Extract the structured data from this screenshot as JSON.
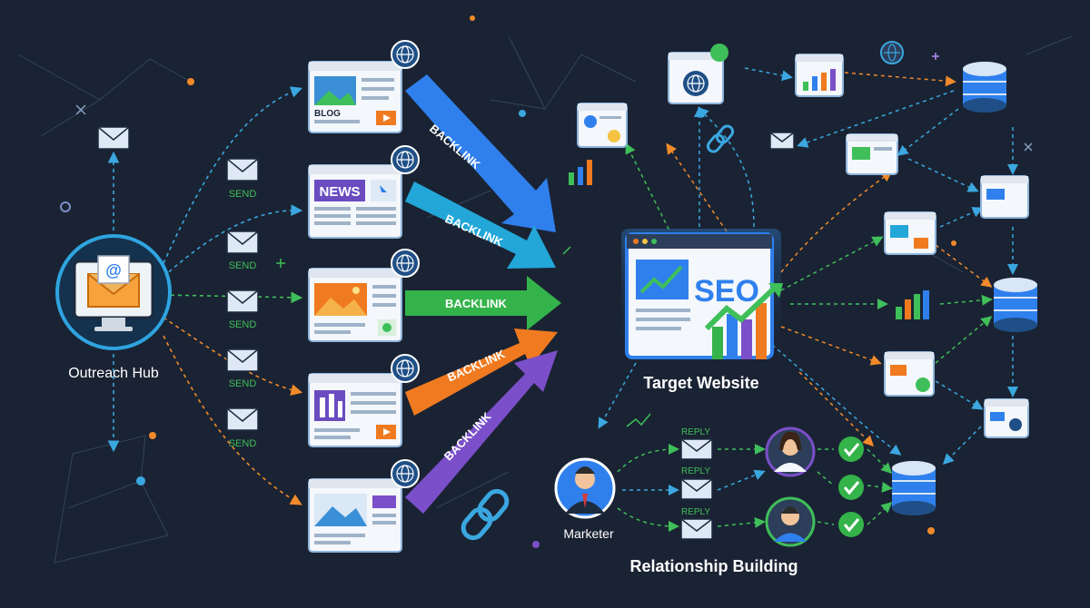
{
  "hub": {
    "label": "Outreach Hub",
    "icon": "email-at-icon"
  },
  "target": {
    "label": "Target Website",
    "seo_text": "SEO"
  },
  "marketer": {
    "label": "Marketer"
  },
  "relationship": {
    "label": "Relationship Building"
  },
  "send_labels": [
    "SEND",
    "SEND",
    "SEND",
    "SEND",
    "SEND"
  ],
  "reply_labels": [
    "REPLY",
    "REPLY",
    "REPLY"
  ],
  "sources": [
    {
      "name": "blog-card",
      "tag": "BLOG"
    },
    {
      "name": "news-card",
      "tag": "NEWS"
    },
    {
      "name": "image-card",
      "tag": ""
    },
    {
      "name": "building-card",
      "tag": ""
    },
    {
      "name": "landscape-card",
      "tag": ""
    }
  ],
  "backlinks": [
    {
      "label": "BACKLINK",
      "color": "#2f80ed"
    },
    {
      "label": "BACKLINK",
      "color": "#22a7d8"
    },
    {
      "label": "BACKLINK",
      "color": "#34b34a"
    },
    {
      "label": "BACKLINK",
      "color": "#f07a1f"
    },
    {
      "label": "BACKLINK",
      "color": "#7b4fc9"
    }
  ],
  "colors": {
    "background": "#1a2333",
    "blue": "#2f80ed",
    "cyan": "#22a7d8",
    "green": "#34b34a",
    "orange": "#f07a1f",
    "purple": "#7b4fc9"
  }
}
